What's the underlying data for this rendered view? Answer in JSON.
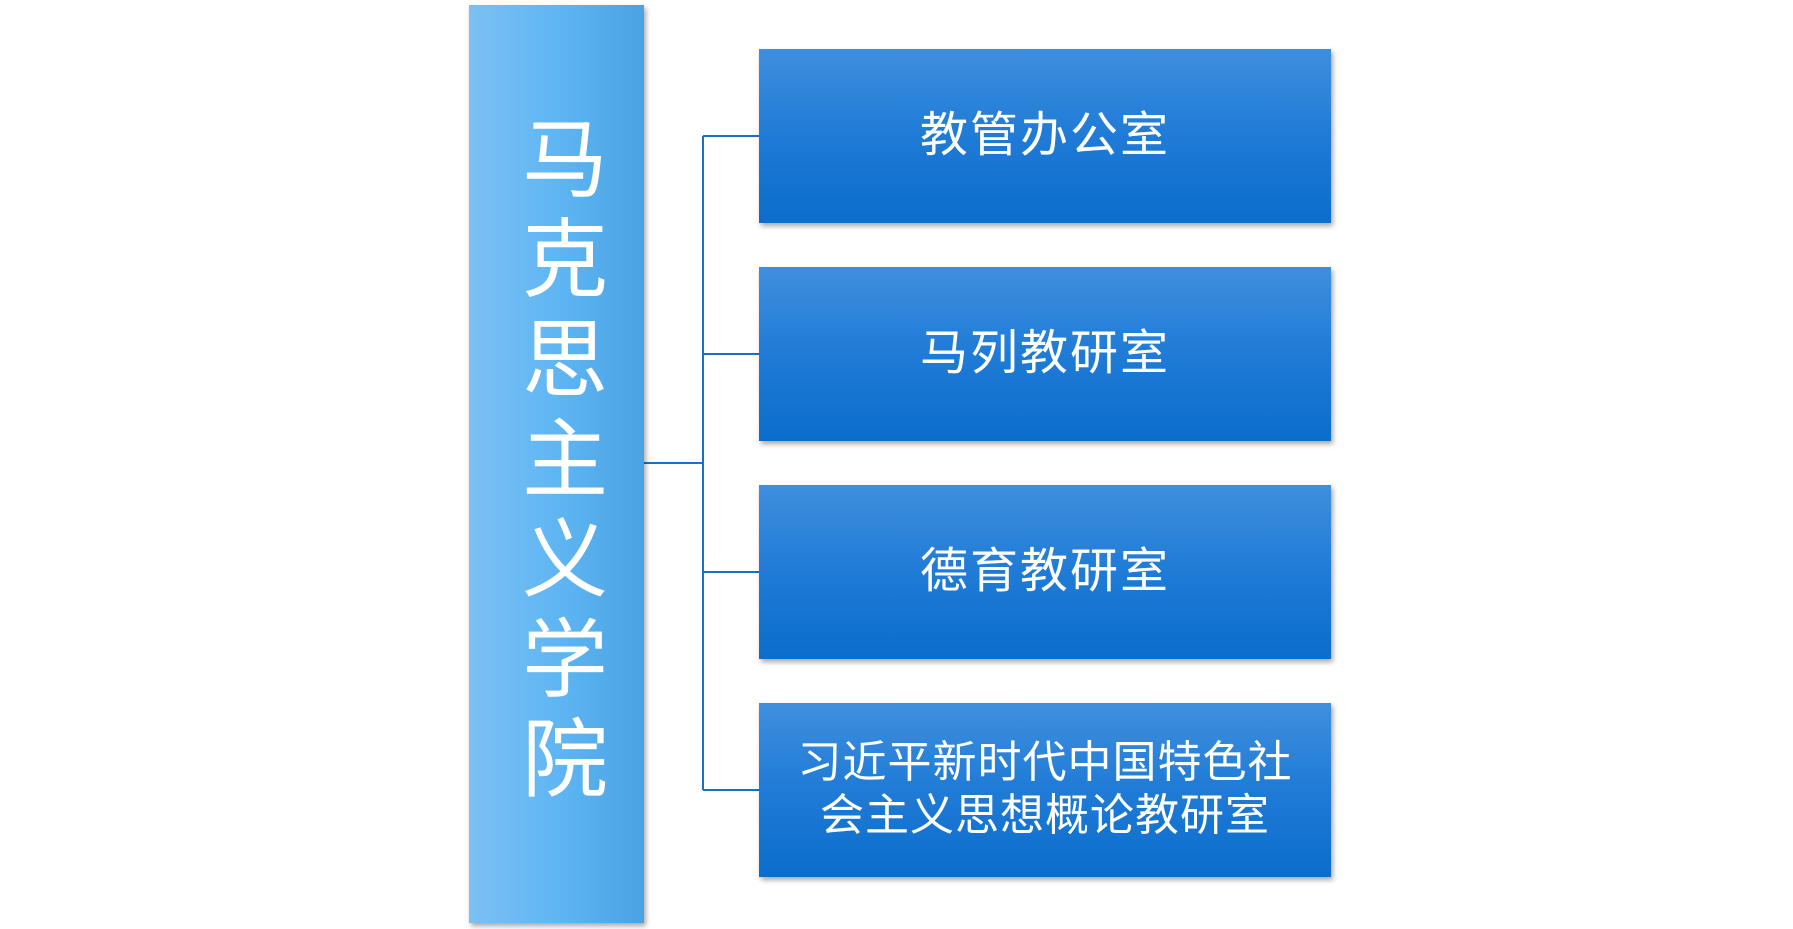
{
  "diagram": {
    "root": {
      "label": "马克思主义学院"
    },
    "children": [
      {
        "label": "教管办公室"
      },
      {
        "label": "马列教研室"
      },
      {
        "label": "德育教研室"
      },
      {
        "label": "习近平新时代中国特色社会主义思想概论教研室"
      }
    ],
    "colors": {
      "root_fill": "#5fb6f3",
      "child_fill": "#1f7bd6",
      "connector": "#1a6fc8",
      "text": "#ffffff"
    }
  }
}
